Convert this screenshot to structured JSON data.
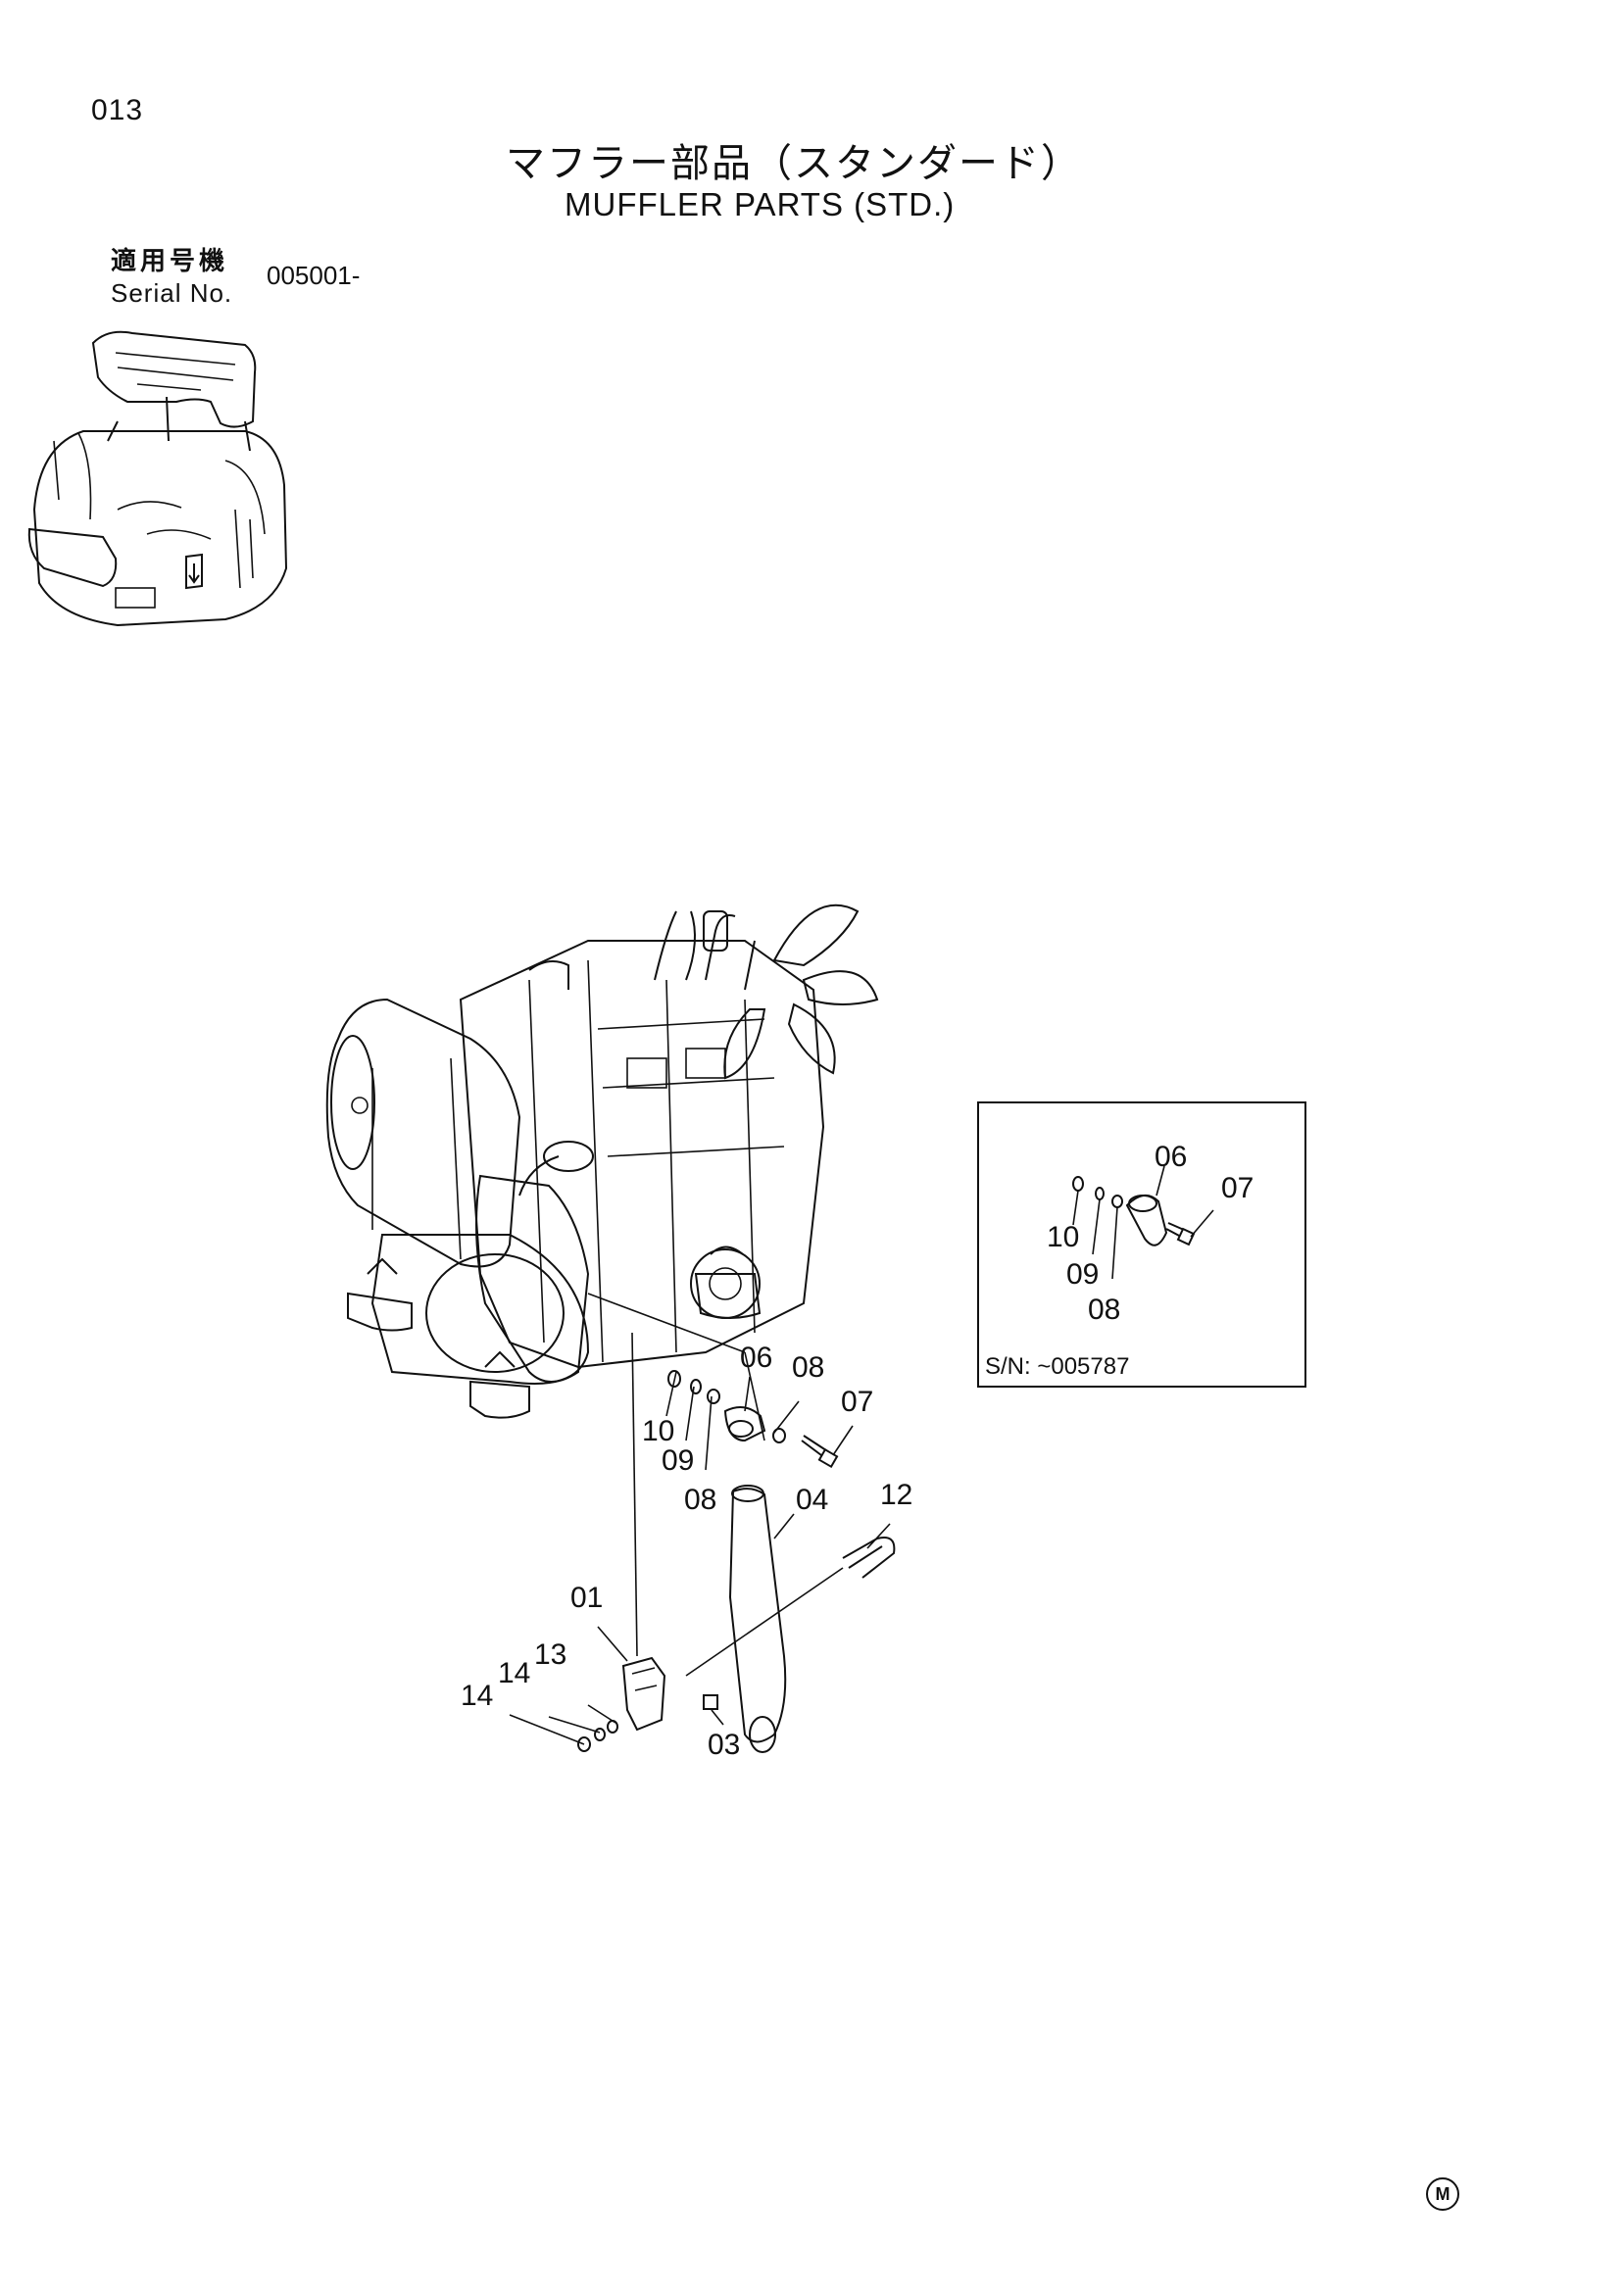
{
  "header": {
    "page_number": "013",
    "title_japanese": "マフラー部品（スタンダード）",
    "title_english": "MUFFLER PARTS (STD.)"
  },
  "serial": {
    "label_japanese": "適用号機",
    "label_english": "Serial No.",
    "value": "005001-"
  },
  "inset": {
    "label": "S/N: ~005787",
    "callouts": [
      "06",
      "07",
      "10",
      "09",
      "08"
    ]
  },
  "main_callouts": [
    "06",
    "08",
    "07",
    "10",
    "09",
    "08",
    "04",
    "12",
    "01",
    "13",
    "14",
    "14",
    "03"
  ],
  "footer": {
    "mark": "M"
  }
}
